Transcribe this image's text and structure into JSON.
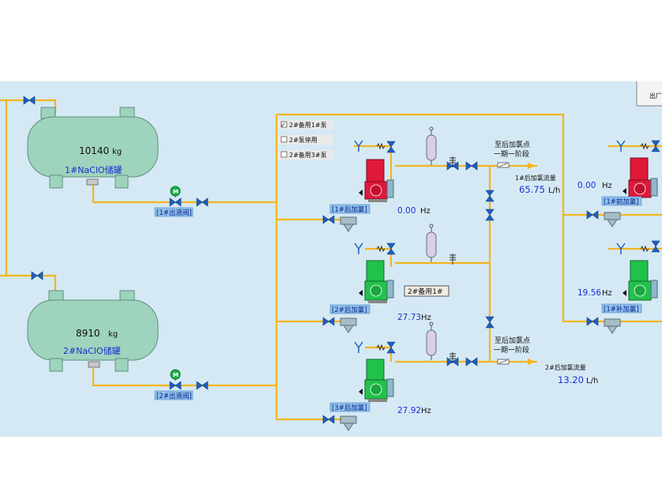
{
  "tanks": [
    {
      "weight": "10140",
      "unit": "kg",
      "name": "1#NaClO储罐",
      "valve_label": "[1#出液阀]"
    },
    {
      "weight": "8910",
      "unit": "kg",
      "name": "2#NaClO储罐",
      "valve_label": "[2#出液阀]"
    }
  ],
  "valve_badge": "M",
  "standby": {
    "options": [
      {
        "label": "2#备用1#泵",
        "checked": true
      },
      {
        "label": "2#泵停用",
        "checked": false
      },
      {
        "label": "2#备用3#泵",
        "checked": false
      }
    ]
  },
  "pumps": [
    {
      "tag": "[1#后加氯]",
      "freq": "0.00",
      "unit": "Hz",
      "status_color": "#e0183a"
    },
    {
      "tag": "[2#后加氯]",
      "freq": "27.73",
      "unit": "Hz",
      "status_color": "#22c24a"
    },
    {
      "tag": "[3#后加氯]",
      "freq": "27.92",
      "unit": "Hz",
      "status_color": "#22c24a"
    }
  ],
  "standby_status": "2#备用1#",
  "destinations": [
    {
      "line1": "至后加氯点",
      "line2": "一期一阶段",
      "flow_label": "1#后加氯流量",
      "flow": "65.75",
      "flow_unit": "L/h"
    },
    {
      "line1": "至后加氯点",
      "line2": "一期一阶段",
      "flow_label": "2#后加氯流量",
      "flow": "13.20",
      "flow_unit": "L/h"
    }
  ],
  "right_pumps": [
    {
      "tag": "[1#前加氯]",
      "freq": "0.00",
      "unit": "Hz",
      "status_color": "#e0183a"
    },
    {
      "tag": "[1#补加氯]",
      "freq": "19.56",
      "unit": "Hz",
      "status_color": "#22c24a"
    }
  ],
  "corner_box": {
    "text": "出厂"
  },
  "colors": {
    "pipe": "#f2b51e",
    "tank": "#9ed3bd",
    "valve": "#1f5fbf",
    "panel": "#d5e9f5"
  }
}
